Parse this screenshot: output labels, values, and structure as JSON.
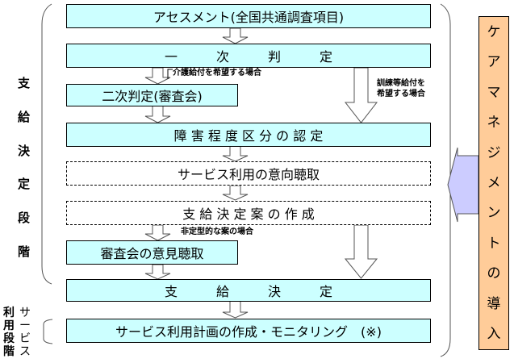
{
  "phases": {
    "decision_label": [
      "支",
      "給",
      "決",
      "定",
      "段",
      "階"
    ],
    "usage_label_col1": [
      "利",
      "用",
      "段",
      "階"
    ],
    "usage_label_col2": [
      "サ",
      "ー",
      "ビ",
      "ス"
    ]
  },
  "steps": {
    "assessment": "アセスメント(全国共通調査項目)",
    "primary": "一　　　次　　　判　　　定",
    "secondary": "二次判定(審査会)",
    "classification": "障 害 程 度 区 分 の 認 定",
    "hearing": "サービス利用の意向聴取",
    "draft": "支 給 決 定 案 の 作 成",
    "committee": "審査会の意見聴取",
    "decision": "支　　　給　　　決　　　定",
    "planning": "サービス利用計画の作成・モニタリング　(※)"
  },
  "notes": {
    "care_benefit": "介護給付を希望する場合",
    "training_benefit": "訓練等給付を\n希望する場合",
    "atypical": "非定型的な案の場合"
  },
  "care_management": {
    "chars": [
      "ケ",
      "ア",
      "マ",
      "ネ",
      "ジ",
      "メ",
      "ン",
      "ト",
      "の",
      "導",
      "入"
    ]
  },
  "colors": {
    "step_fill": "#ccffff",
    "care_fill": "#ffcc99",
    "arrow_fill": "#ccccff"
  }
}
